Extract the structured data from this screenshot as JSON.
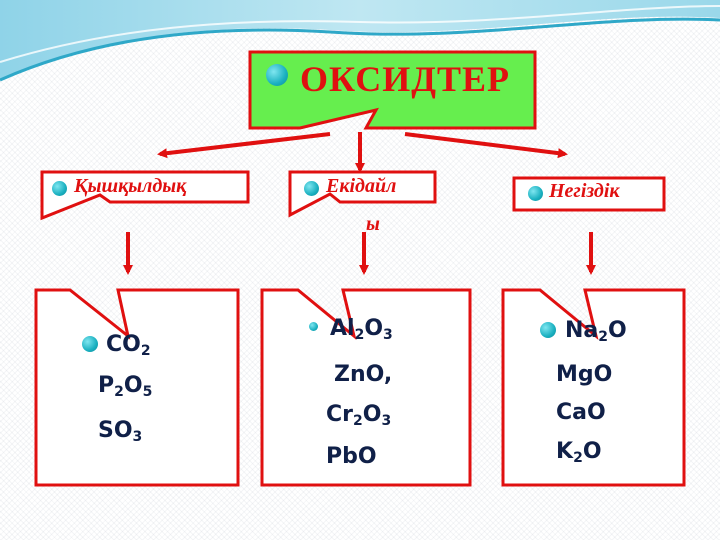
{
  "title": "ОКСИДТЕР",
  "categories": [
    {
      "label": "Қышқылдық"
    },
    {
      "label_line1": "Екідайл",
      "label_line2": "ы"
    },
    {
      "label": "Негіздік"
    }
  ],
  "groups": {
    "acidic": [
      {
        "parts": [
          "CO",
          "2"
        ]
      },
      {
        "parts": [
          "P",
          "2",
          "O",
          "5"
        ]
      },
      {
        "parts": [
          "SO",
          "3"
        ]
      }
    ],
    "amphoteric": [
      {
        "parts": [
          "Al",
          "2",
          "O",
          "3"
        ]
      },
      {
        "text": "ZnO,"
      },
      {
        "parts": [
          "Cr",
          "2",
          "O",
          "3"
        ]
      },
      {
        "text": "PbO"
      }
    ],
    "basic": [
      {
        "parts": [
          "Na",
          "2",
          "O"
        ]
      },
      {
        "text": "MgO"
      },
      {
        "text": "CaO"
      },
      {
        "parts": [
          "K",
          "2",
          "O"
        ]
      }
    ]
  },
  "colors": {
    "title_fill": "#66ee4e",
    "border": "#e01010",
    "text_red": "#e01010",
    "formula_text": "#102048",
    "bullet": "#1ab0c0"
  }
}
